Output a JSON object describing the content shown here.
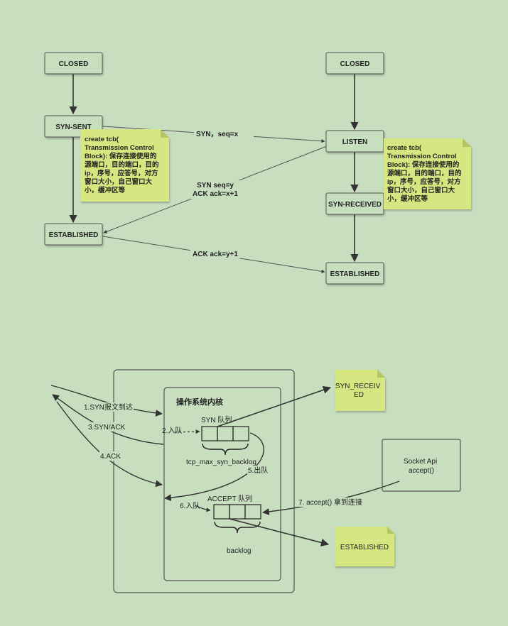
{
  "handshake": {
    "client": {
      "closed": "CLOSED",
      "syn_sent": "SYN-SENT",
      "established": "ESTABLISHED",
      "note": [
        "create tcb(",
        "Transmission Control",
        "Block): 保存连接使用的",
        "源端口，目的端口，目的",
        "ip，序号，应答号，对方",
        "窗口大小，自己窗口大",
        "小，缓冲区等"
      ]
    },
    "server": {
      "closed": "CLOSED",
      "listen": "LISTEN",
      "syn_received": "SYN-RECEIVED",
      "established": "ESTABLISHED",
      "note": [
        "create tcb(",
        "Transmission Control",
        "Block): 保存连接使用的",
        "源端口，目的端口，目的",
        "ip，序号，应答号，对方",
        "窗口大小，自己窗口大",
        "小，缓冲区等"
      ]
    },
    "arrows": {
      "syn": "SYN，seq=x",
      "synack_1": "SYN seq=y",
      "synack_2": "ACK ack=x+1",
      "ack": "ACK ack=y+1"
    }
  },
  "queues": {
    "kernel_title": "操作系统内核",
    "syn_queue_label": "SYN 队列",
    "syn_queue_param": "tcp_max_syn_backlog",
    "accept_queue_label": "ACCEPT 队列",
    "accept_queue_param": "backlog",
    "steps": {
      "s1": "1.SYN报文到达",
      "s2": "2.入队",
      "s3": "3.SYN/ACK",
      "s4": "4.ACK",
      "s5": "5.出队",
      "s6": "6.入队",
      "s7": "7. accept() 拿到连接"
    },
    "syn_received_note": [
      "SYN_RECEIV",
      "ED"
    ],
    "established_note": "ESTABLISHED",
    "socket_api": [
      "Socket Api",
      "accept()"
    ]
  },
  "colors": {
    "background": "#c8dfbf",
    "note": "#d6e681",
    "stroke": "#333333"
  }
}
